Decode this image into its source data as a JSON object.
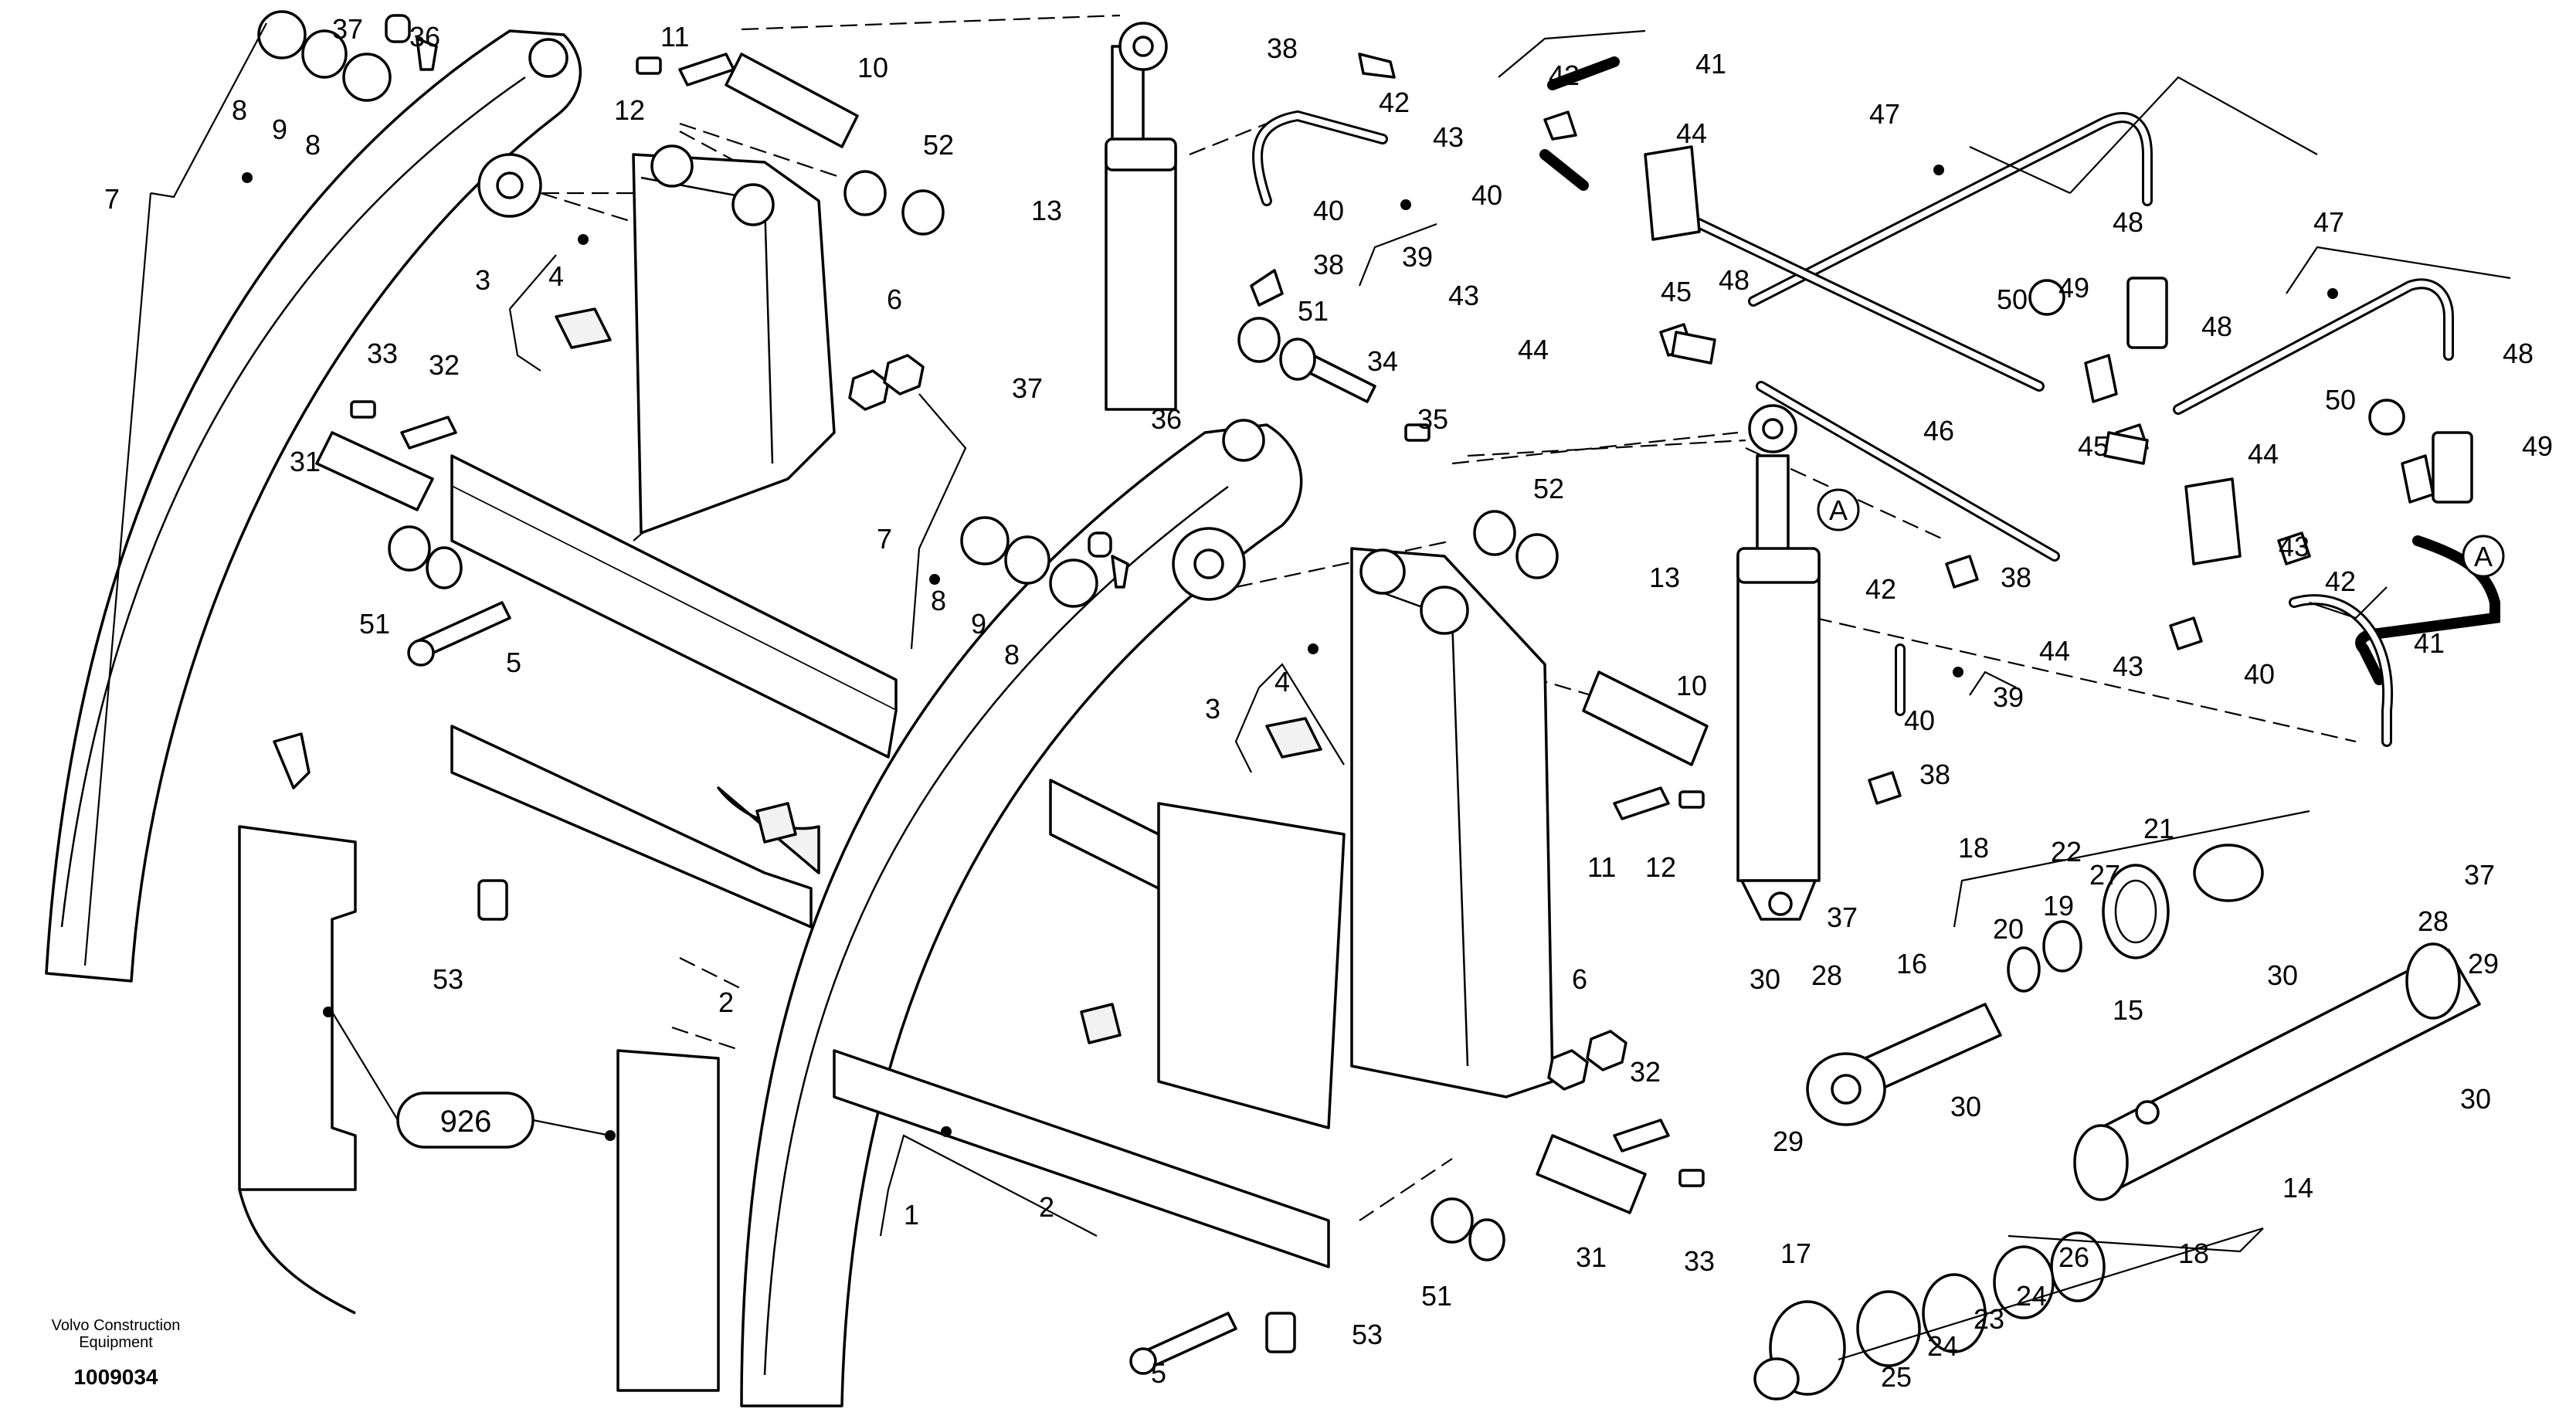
{
  "footer": {
    "brand_line1": "Volvo Construction",
    "brand_line2": "Equipment",
    "drawing_number": "1009034"
  },
  "reference_box": {
    "label": "926"
  },
  "connector_marks": {
    "left": "A",
    "right": "A"
  },
  "callouts": {
    "c1": "1",
    "c2a": "2",
    "c2b": "2",
    "c3a": "3",
    "c3b": "3",
    "c4a": "4",
    "c4b": "4",
    "c5a": "5",
    "c5b": "5",
    "c6a": "6",
    "c6b": "6",
    "c7a": "7",
    "c7b": "7",
    "c8a": "8",
    "c8b": "8",
    "c8c": "8",
    "c8d": "8",
    "c9a": "9",
    "c9b": "9",
    "c10a": "10",
    "c10b": "10",
    "c11a": "11",
    "c11b": "11",
    "c12a": "12",
    "c12b": "12",
    "c13a": "13",
    "c13b": "13",
    "c14": "14",
    "c15": "15",
    "c16": "16",
    "c17": "17",
    "c18a": "18",
    "c18b": "18",
    "c19": "19",
    "c20": "20",
    "c21": "21",
    "c22": "22",
    "c23": "23",
    "c24a": "24",
    "c24b": "24",
    "c25": "25",
    "c26": "26",
    "c27": "27",
    "c28a": "28",
    "c28b": "28",
    "c29a": "29",
    "c29b": "29",
    "c30a": "30",
    "c30b": "30",
    "c30c": "30",
    "c30d": "30",
    "c31a": "31",
    "c31b": "31",
    "c32a": "32",
    "c32b": "32",
    "c33a": "33",
    "c33b": "33",
    "c34": "34",
    "c35": "35",
    "c36a": "36",
    "c36b": "36",
    "c37a": "37",
    "c37b": "37",
    "c37c": "37",
    "c37d": "37",
    "c38a": "38",
    "c38b": "38",
    "c38c": "38",
    "c38d": "38",
    "c39a": "39",
    "c39b": "39",
    "c40a": "40",
    "c40b": "40",
    "c40c": "40",
    "c40d": "40",
    "c41a": "41",
    "c41b": "41",
    "c42a": "42",
    "c42b": "42",
    "c42c": "42",
    "c42d": "42",
    "c43a": "43",
    "c43b": "43",
    "c43c": "43",
    "c43d": "43",
    "c44a": "44",
    "c44b": "44",
    "c44c": "44",
    "c44d": "44",
    "c45a": "45",
    "c45b": "45",
    "c46": "46",
    "c47a": "47",
    "c47b": "47",
    "c48a": "48",
    "c48b": "48",
    "c48c": "48",
    "c48d": "48",
    "c49a": "49",
    "c49b": "49",
    "c50a": "50",
    "c50b": "50",
    "c51a": "51",
    "c51b": "51",
    "c51c": "51",
    "c52a": "52",
    "c52b": "52",
    "c53a": "53",
    "c53b": "53"
  }
}
